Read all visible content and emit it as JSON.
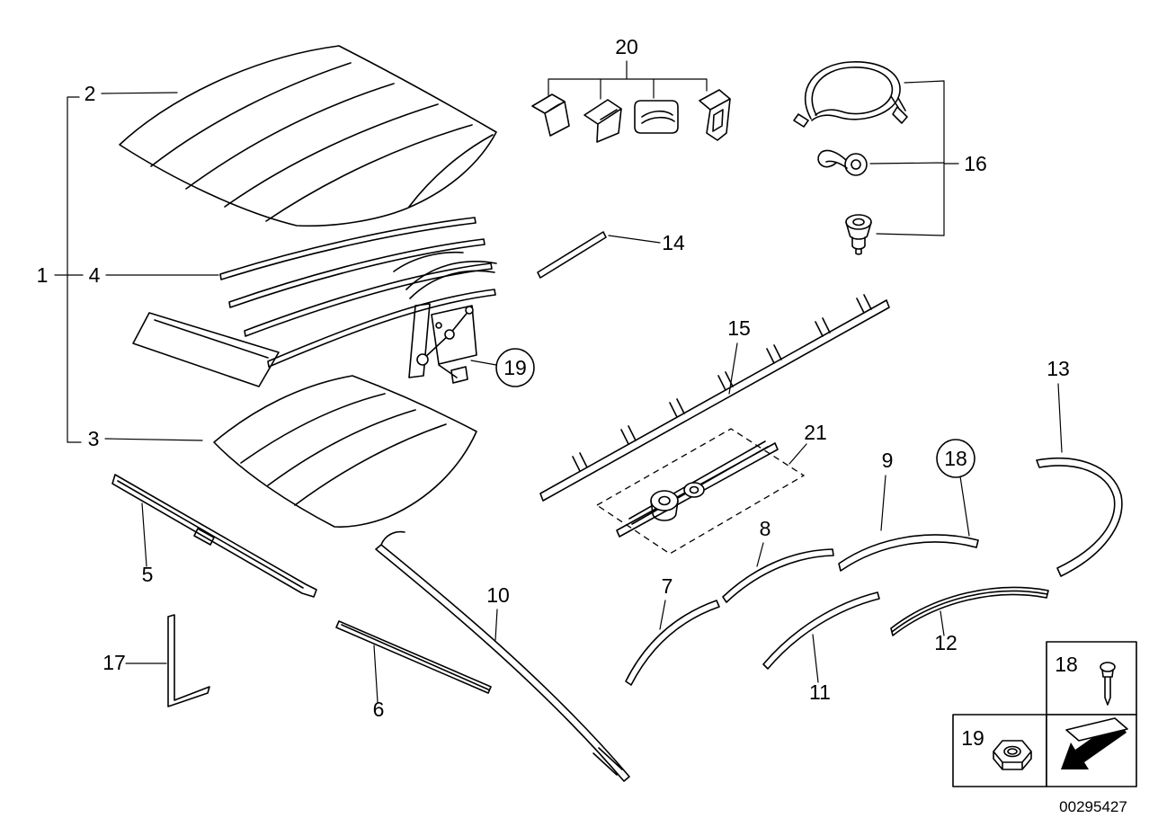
{
  "diagram": {
    "drawing_number": "00295427",
    "colors": {
      "line": "#000000",
      "background": "#ffffff"
    },
    "callouts": {
      "1": "1",
      "2": "2",
      "3": "3",
      "4": "4",
      "5": "5",
      "6": "6",
      "7": "7",
      "8": "8",
      "9": "9",
      "10": "10",
      "11": "11",
      "12": "12",
      "13": "13",
      "14": "14",
      "15": "15",
      "16": "16",
      "17": "17",
      "20": "20",
      "21": "21"
    },
    "circled_callouts": {
      "18": "18",
      "19": "19"
    },
    "legend": {
      "pin_label": "18",
      "nut_label": "19",
      "icons": {
        "pin": "rivet-pin-icon",
        "nut": "hex-nut-icon",
        "arrow": "continuation-arrow-icon"
      }
    }
  }
}
